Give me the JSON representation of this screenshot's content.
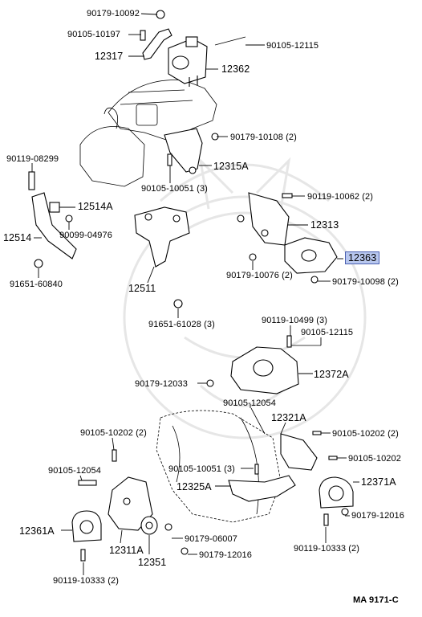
{
  "labels": [
    {
      "id": "l01",
      "text": "90179-10092"
    },
    {
      "id": "l02",
      "text": "90105-10197"
    },
    {
      "id": "l03",
      "text": "12317"
    },
    {
      "id": "l04",
      "text": "90105-12115"
    },
    {
      "id": "l05",
      "text": "12362"
    },
    {
      "id": "l06",
      "text": "90179-10108 (2)"
    },
    {
      "id": "l07",
      "text": "12315A"
    },
    {
      "id": "l08",
      "text": "90105-10051 (3)"
    },
    {
      "id": "l09",
      "text": "90119-08299"
    },
    {
      "id": "l10",
      "text": "12514A"
    },
    {
      "id": "l11",
      "text": "90099-04976"
    },
    {
      "id": "l12",
      "text": "12514"
    },
    {
      "id": "l13",
      "text": "91651-60840"
    },
    {
      "id": "l14",
      "text": "12511"
    },
    {
      "id": "l15",
      "text": "91651-61028 (3)"
    },
    {
      "id": "l16",
      "text": "90119-10062 (2)"
    },
    {
      "id": "l17",
      "text": "12313"
    },
    {
      "id": "l18",
      "text": "12363"
    },
    {
      "id": "l19",
      "text": "90179-10076 (2)"
    },
    {
      "id": "l20",
      "text": "90179-10098 (2)"
    },
    {
      "id": "l21",
      "text": "90119-10499 (3)"
    },
    {
      "id": "l22",
      "text": "90105-12115"
    },
    {
      "id": "l23",
      "text": "90179-12033"
    },
    {
      "id": "l24",
      "text": "12372A"
    },
    {
      "id": "l25",
      "text": "90105-12054"
    },
    {
      "id": "l26",
      "text": "12321A"
    },
    {
      "id": "l27",
      "text": "90105-10202 (2)"
    },
    {
      "id": "l28",
      "text": "90105-10202 (2)"
    },
    {
      "id": "l29",
      "text": "90105-10202"
    },
    {
      "id": "l30",
      "text": "90105-12054"
    },
    {
      "id": "l31",
      "text": "90105-10051 (3)"
    },
    {
      "id": "l32",
      "text": "12371A"
    },
    {
      "id": "l33",
      "text": "12325A"
    },
    {
      "id": "l34",
      "text": "90179-12016"
    },
    {
      "id": "l35",
      "text": "12361A"
    },
    {
      "id": "l36",
      "text": "90179-06007"
    },
    {
      "id": "l37",
      "text": "12311A"
    },
    {
      "id": "l38",
      "text": "90119-10333 (2)"
    },
    {
      "id": "l39",
      "text": "12351"
    },
    {
      "id": "l40",
      "text": "90179-12016"
    },
    {
      "id": "l41",
      "text": "90119-10333 (2)"
    }
  ],
  "diagram_code": "MA 9171-C",
  "colors": {
    "highlight_fill": "#b8c7ee",
    "highlight_border": "#4a5fb0",
    "ink": "#000000",
    "watermark": "#e6e6e6"
  }
}
